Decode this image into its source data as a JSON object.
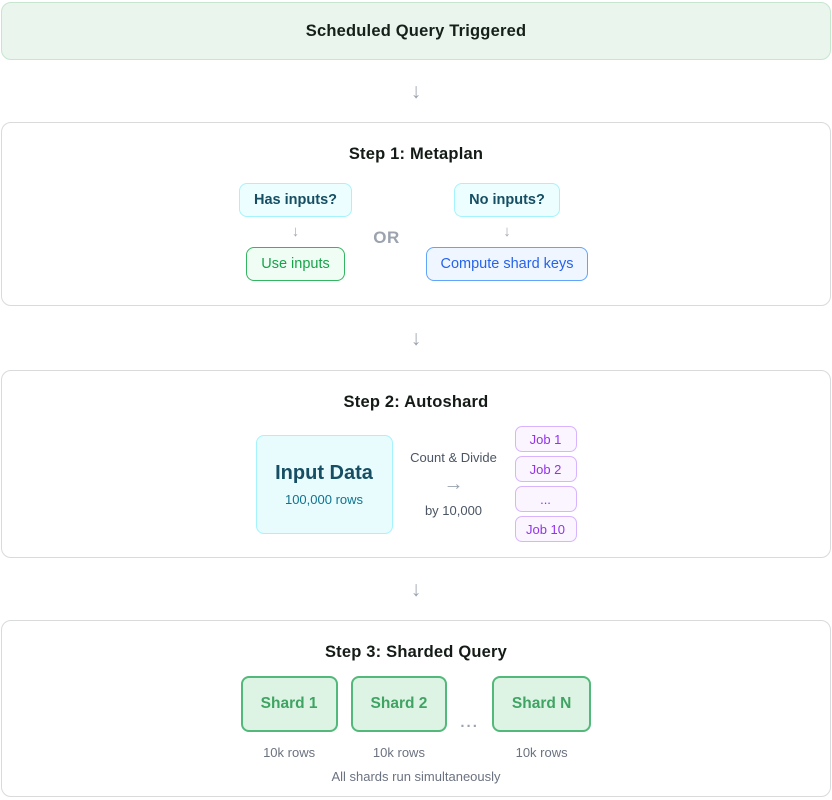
{
  "header": {
    "title": "Scheduled Query Triggered"
  },
  "flow": {
    "arrow_down": "↓",
    "arrow_right": "→"
  },
  "step1": {
    "title": "Step 1: Metaplan",
    "or_label": "OR",
    "branches": [
      {
        "condition": "Has inputs?",
        "action": "Use inputs"
      },
      {
        "condition": "No inputs?",
        "action": "Compute shard keys"
      }
    ]
  },
  "step2": {
    "title": "Step 2: Autoshard",
    "input": {
      "title": "Input Data",
      "subtitle": "100,000 rows"
    },
    "operation": {
      "label_top": "Count & Divide",
      "label_bottom": "by 10,000"
    },
    "jobs": [
      "Job 1",
      "Job 2",
      "...",
      "Job 10"
    ]
  },
  "step3": {
    "title": "Step 3: Sharded Query",
    "ellipsis": "...",
    "shards": [
      {
        "label": "Shard 1",
        "rows": "10k rows"
      },
      {
        "label": "Shard 2",
        "rows": "10k rows"
      },
      {
        "label": "Shard N",
        "rows": "10k rows"
      }
    ],
    "footnote": "All shards run simultaneously"
  },
  "colors": {
    "header_bg": "#eaf5ed",
    "header_border": "#c7e5cf",
    "panel_border": "#d8dadc",
    "cyan_bg": "#ecfeff",
    "cyan_border": "#a5f3fc",
    "cyan_text": "#164e63",
    "cyan_subtext": "#0e7490",
    "green_bg": "#f0fdf4",
    "green_border": "#34b561",
    "green_text": "#16a34a",
    "blue_bg": "#eff6ff",
    "blue_border": "#60a5fa",
    "blue_text": "#2563eb",
    "purple_bg": "#faf5ff",
    "purple_border": "#d8b4fe",
    "purple_text": "#9333ea",
    "shard_bg": "#ddf3e4",
    "shard_border": "#52b97a",
    "shard_text": "#3fa463",
    "muted_text": "#6b7280",
    "arrow_gray": "#9ca3af",
    "title_text": "#141b16"
  }
}
